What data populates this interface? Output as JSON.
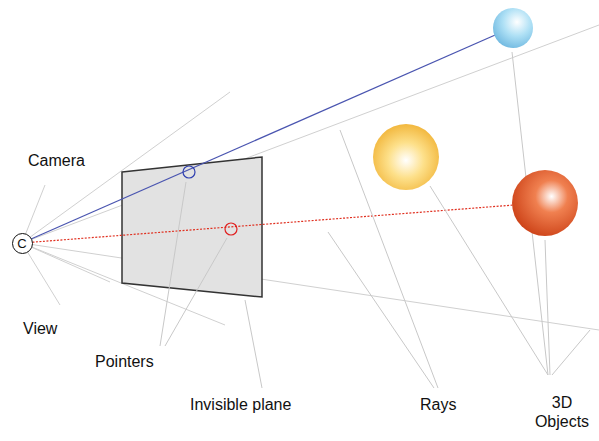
{
  "diagram": {
    "nodes": [
      {
        "text": [
          "C"
        ]
      }
    ],
    "labels": [
      "Camera",
      "View",
      "Pointers",
      "Invisible plane",
      "Rays",
      "3D Objects"
    ]
  }
}
